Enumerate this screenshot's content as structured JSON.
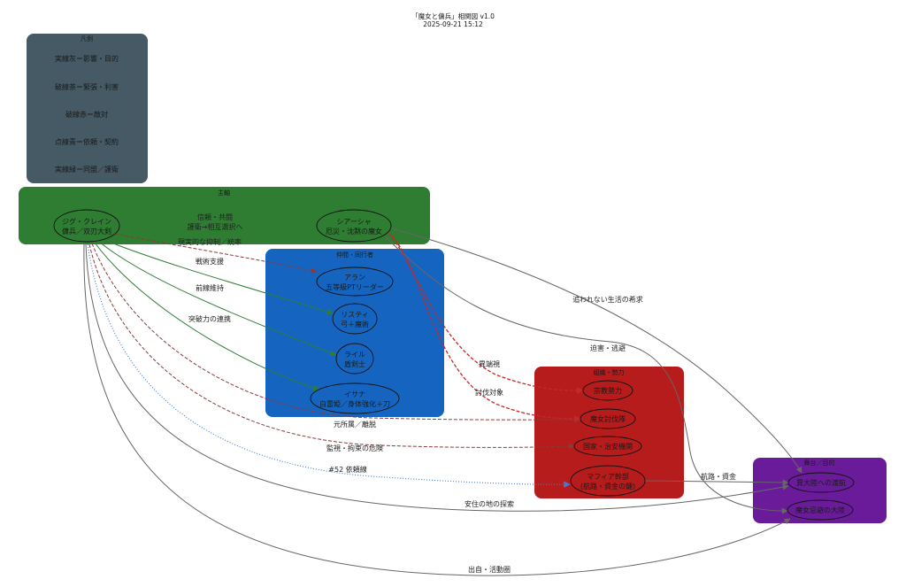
{
  "header": {
    "title": "「魔女と傭兵」相関図 v1.0",
    "timestamp": "2025-09-21 15:12"
  },
  "colors": {
    "background": "#ffffff",
    "legend_cluster": "#455a64",
    "main_cluster": "#2e7d32",
    "allies_cluster": "#1565c0",
    "orgs_cluster": "#b71c1c",
    "stage_cluster": "#6a1b9a",
    "edge_influence": "#666666",
    "edge_tension": "#8b3a3a",
    "edge_hostile": "#c62828",
    "edge_contract": "#3b7dd8",
    "edge_alliance": "#2e7d32"
  },
  "legend": {
    "title": "凡例",
    "items": [
      "実線灰＝影響・目的",
      "破線茶＝緊張・利害",
      "破線赤＝敵対",
      "点線青＝依頼・契約",
      "実線緑＝同盟／護衛"
    ]
  },
  "clusters": {
    "main": {
      "title": "主軸"
    },
    "allies": {
      "title": "仲間・同行者"
    },
    "orgs": {
      "title": "組織・勢力"
    },
    "stage": {
      "title": "舞台／目的"
    }
  },
  "nodes": {
    "zig": {
      "name": "ジグ・クレイン",
      "desc": "傭兵／双刃大剣"
    },
    "siasha": {
      "name": "シアーシャ",
      "desc": "厄災・沈黙の魔女"
    },
    "alan": {
      "name": "アラン",
      "desc": "五等級PTリーダー"
    },
    "listy": {
      "name": "リスティ",
      "desc": "弓＋魔術"
    },
    "lyle": {
      "name": "ライル",
      "desc": "盾剣士"
    },
    "isana": {
      "name": "イサナ",
      "desc": "白雷姫／身体強化＋刀"
    },
    "religion": {
      "name": "宗教勢力"
    },
    "hunters": {
      "name": "魔女討伐隊"
    },
    "state": {
      "name": "国家・治安機関"
    },
    "mafia": {
      "name": "マフィア幹部",
      "desc": "(航路・資金の鍵)"
    },
    "voyage": {
      "name": "異大陸への渡航"
    },
    "continent": {
      "name": "魔女忌避の大陸"
    }
  },
  "edges": {
    "zig_siasha": {
      "label": [
        "信頼・共闘",
        "護衛→相互選択へ"
      ]
    },
    "zig_alan": {
      "label": "現実的な抑制／統率"
    },
    "zig_listy": {
      "label": "戦術支援"
    },
    "zig_lyle": {
      "label": "前線維持"
    },
    "zig_isana": {
      "label": "突破力の連携"
    },
    "zig_hunters": {
      "label": "元所属／離脱"
    },
    "zig_state": {
      "label": "監視・拘束の危険"
    },
    "zig_mafia": {
      "label": "#52 依頼線"
    },
    "zig_voyage": {
      "label": "安住の地の探索"
    },
    "zig_continent": {
      "label": "出自・活動圏"
    },
    "siasha_religion": {
      "label": "異端視"
    },
    "siasha_hunters": {
      "label": "討伐対象"
    },
    "siasha_voyage": {
      "label": "追われない生活の希求"
    },
    "siasha_continent": {
      "label": "迫害・逃避"
    },
    "mafia_voyage": {
      "label": "航路・資金"
    }
  }
}
